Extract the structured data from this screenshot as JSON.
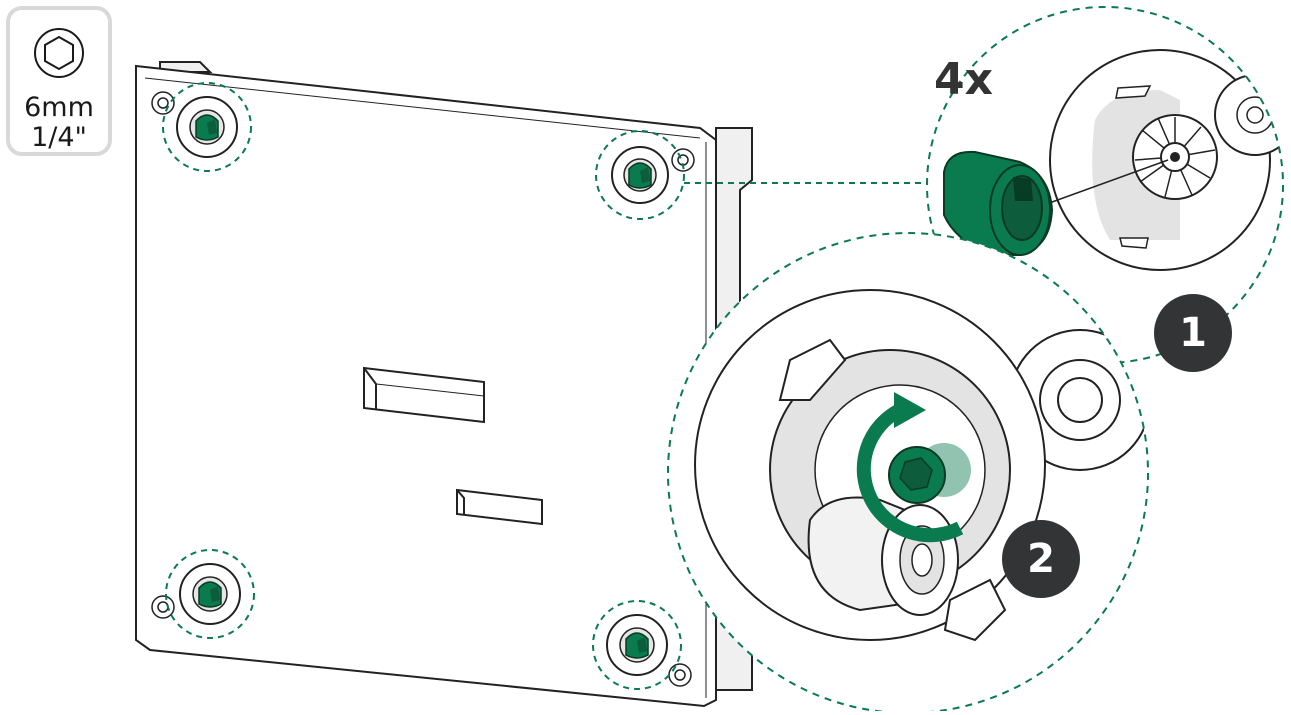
{
  "tool": {
    "size_metric": "6mm",
    "size_imperial": "1/4\"",
    "icon": "hex-socket-icon"
  },
  "quantity": "4x",
  "steps": [
    {
      "label": "1"
    },
    {
      "label": "2"
    }
  ],
  "colors": {
    "accent_green": "#0a7a4f",
    "badge_dark": "#333436",
    "line": "#222222",
    "shade": "#e3e3e3"
  }
}
